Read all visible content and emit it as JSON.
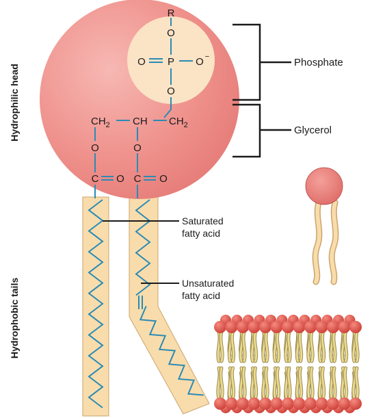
{
  "side_labels": {
    "head": "Hydrophilic head",
    "tails": "Hydrophobic tails"
  },
  "callouts": {
    "phosphate": "Phosphate",
    "glycerol": "Glycerol",
    "saturated_line1": "Saturated",
    "saturated_line2": "fatty acid",
    "unsaturated_line1": "Unsaturated",
    "unsaturated_line2": "fatty acid"
  },
  "chemistry": {
    "r_group": "R",
    "oxygen": "O",
    "phosphorus": "P",
    "o_minus": "O",
    "minus_sign": "−",
    "ch2": "CH",
    "sub2": "2",
    "ch": "CH",
    "carbon": "C"
  },
  "colors": {
    "head_fill": "#ef8f8c",
    "phosphate_fill": "#fbe3c6",
    "tail_fill": "#f9dcac",
    "tail_stroke": "#c9a46a",
    "chain_stroke": "#2a8bb5",
    "bond_stroke": "#2a8bb5",
    "bracket_stroke": "#1a1a1a",
    "bilayer_head": "#d94b40",
    "bilayer_tail": "#e8d48a"
  }
}
